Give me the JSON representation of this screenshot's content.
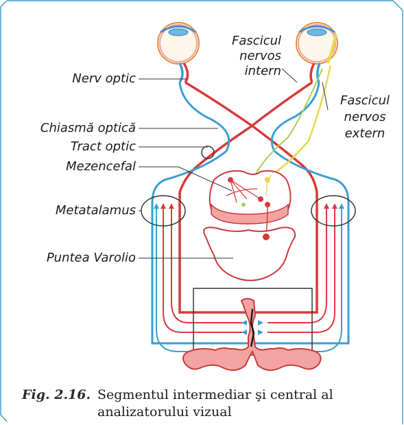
{
  "labels": {
    "nerv_optic": "Nerv optic",
    "chiasma_optica": "Chiasmă optică",
    "tract_optic": "Tract optic",
    "mezencefal": "Mezencefal",
    "metatalamus": "Metatalamus",
    "puntea_varolio": "Puntea Varolio",
    "fascicul_intern": [
      "Fascicul",
      "nervos",
      "intern"
    ],
    "fascicul_extern": [
      "Fascicul",
      "nervos",
      "extern"
    ]
  },
  "caption": {
    "number": "Fig. 2.16.",
    "line1": "Segmentul intermediar şi central al",
    "line2": "analizatorului vizual"
  },
  "colors": {
    "frame": "#3aa0c8",
    "red_path": "#d83a3a",
    "blue_path": "#3a9fd0",
    "yellow_path": "#e8d84a",
    "green_path": "#a8cc5a",
    "tissue_fill": "#f4a3a3",
    "tissue_stroke": "#c83a3a"
  }
}
